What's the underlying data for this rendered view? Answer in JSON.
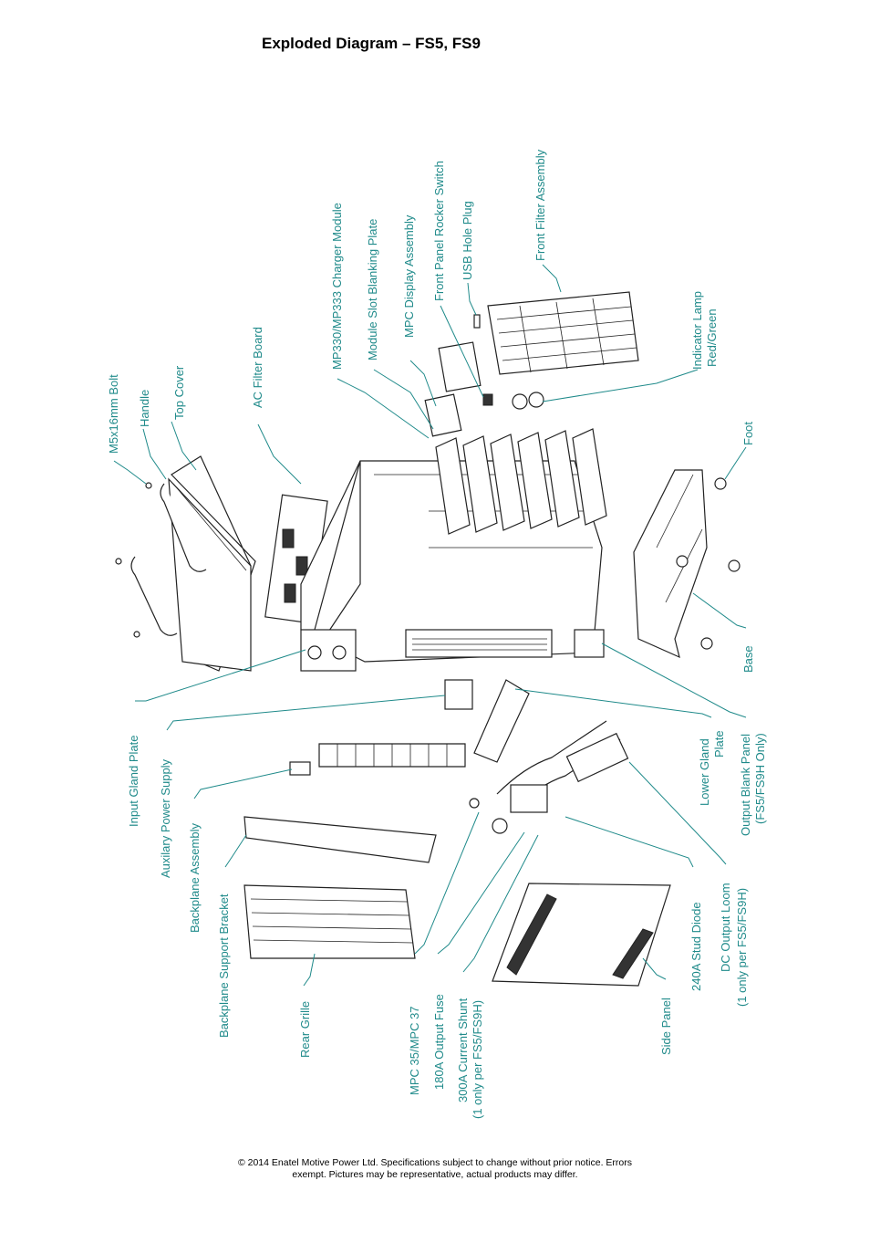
{
  "title": "Exploded Diagram – FS5, FS9",
  "labels": {
    "m5_bolt": "M5x16mm Bolt",
    "handle": "Handle",
    "top_cover": "Top Cover",
    "ac_filter": "AC Filter Board",
    "charger_module": "MP330/MP333 Charger Module",
    "blanking_plate": "Module Slot Blanking Plate",
    "mpc_display": "MPC Display Assembly",
    "rocker_switch": "Front Panel Rocker Switch",
    "usb_plug": "USB Hole Plug",
    "front_filter": "Front Filter Assembly",
    "indicator_lamp_1": "Indicator Lamp",
    "indicator_lamp_2": "Red/Green",
    "foot": "Foot",
    "base": "Base",
    "output_blank_1": "Output Blank Panel",
    "output_blank_2": "(FS5/FS9H Only)",
    "lower_gland_1": "Lower Gland",
    "lower_gland_2": "Plate",
    "dc_loom_1": "DC Output Loom",
    "dc_loom_2": "(1 only per FS5/FS9H)",
    "stud_diode": "240A Stud Diode",
    "side_panel": "Side Panel",
    "current_shunt_1": "300A Current Shunt",
    "current_shunt_2": "(1 only per FS5/FS9H)",
    "output_fuse": "180A Output Fuse",
    "mpc": "MPC 35/MPC 37",
    "rear_grille": "Rear Grille",
    "backplane_bracket": "Backplane Support Bracket",
    "backplane_assembly": "Backplane Assembly",
    "aux_power": "Auxilary Power Supply",
    "input_gland": "Input Gland Plate"
  },
  "footer": {
    "line1": "© 2014 Enatel Motive Power Ltd. Specifications subject to change without prior notice. Errors",
    "line2": "exempt. Pictures may be representative, actual products may differ."
  }
}
